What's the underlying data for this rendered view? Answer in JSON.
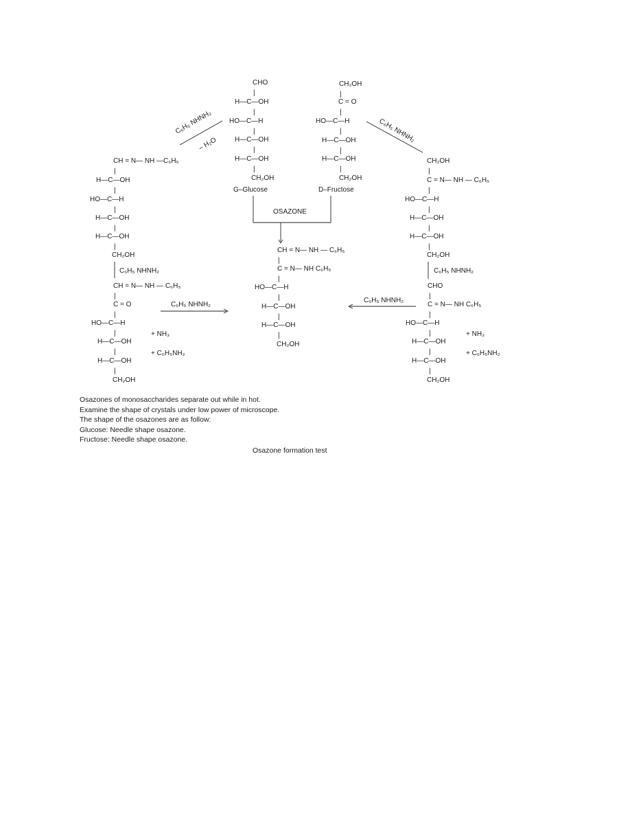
{
  "reagent": "C₆H₅ NHNH₂",
  "minus_water": "– H₂O",
  "osazone_box_label": "OSAZONE",
  "glucose": {
    "rows": [
      "CHO",
      "H—C—OH",
      "HO—C—H",
      "H—C—OH",
      "H—C—OH",
      "CH₂OH"
    ],
    "name": "G–Glucose"
  },
  "fructose": {
    "rows": [
      "CH₂OH",
      "C = O",
      "HO—C—H",
      "H—C—OH",
      "H—C—OH",
      "CH₂OH"
    ],
    "name": "D–Fructose"
  },
  "glucose_phenylhydrazone": {
    "rows": [
      "CH = N— NH —C₆H₅",
      "H—C—OH",
      "HO—C—H",
      "H—C—OH",
      "H—C—OH",
      "CH₂OH"
    ]
  },
  "fructose_phenylhydrazone": {
    "rows": [
      "CH₂OH",
      "C = N— NH — C₆H₅",
      "HO—C—H",
      "H—C—OH",
      "H—C—OH",
      "CH₂OH"
    ]
  },
  "glucose_keto_intermediate": {
    "rows": [
      "CH = N— NH — C₆H₅",
      "C = O",
      "HO—C—H",
      "H—C—OH",
      "H—C—OH",
      "CH₂OH"
    ]
  },
  "fructose_aldo_intermediate": {
    "rows": [
      "CHO",
      "C = N— NH C₆H₅",
      "HO—C—H",
      "H—C—OH",
      "H—C—OH",
      "CH₂OH"
    ]
  },
  "osazone": {
    "rows": [
      "CH = N— NH — C₆H₅",
      "C = N— NH C₆H₅",
      "HO—C—H",
      "H—C—OH",
      "H—C—OH",
      "CH₂OH"
    ]
  },
  "byproduct_ammonia": "+ NH₃",
  "byproduct_aniline": "+ C₆H₅NH₂",
  "notes": [
    "Osazones of monosaccharides separate out while in hot.",
    "Examine the shape of crystals under low power of microscope.",
    "The shape of the osazones are as follow:",
    "Glucose: Needle shape osazone.",
    "Fructose: Needle shape osazone."
  ],
  "caption": "Osazone formation test"
}
